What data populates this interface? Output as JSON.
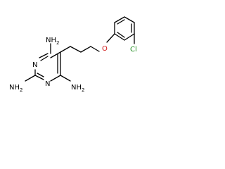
{
  "structure": {
    "labels": {
      "cl": "Cl",
      "o": "O",
      "nh2_top": "NH",
      "nh2_left": "NH",
      "nh2_right": "NH",
      "n_ring_upper": "N",
      "n_ring_lower": "N",
      "h2_top": "2",
      "h2_left": "2",
      "h2_right": "2"
    },
    "colors": {
      "bond": "#000000",
      "chlorine": "#1a8a1a",
      "oxygen": "#d11a1a",
      "nitrogen": "#000000"
    }
  }
}
